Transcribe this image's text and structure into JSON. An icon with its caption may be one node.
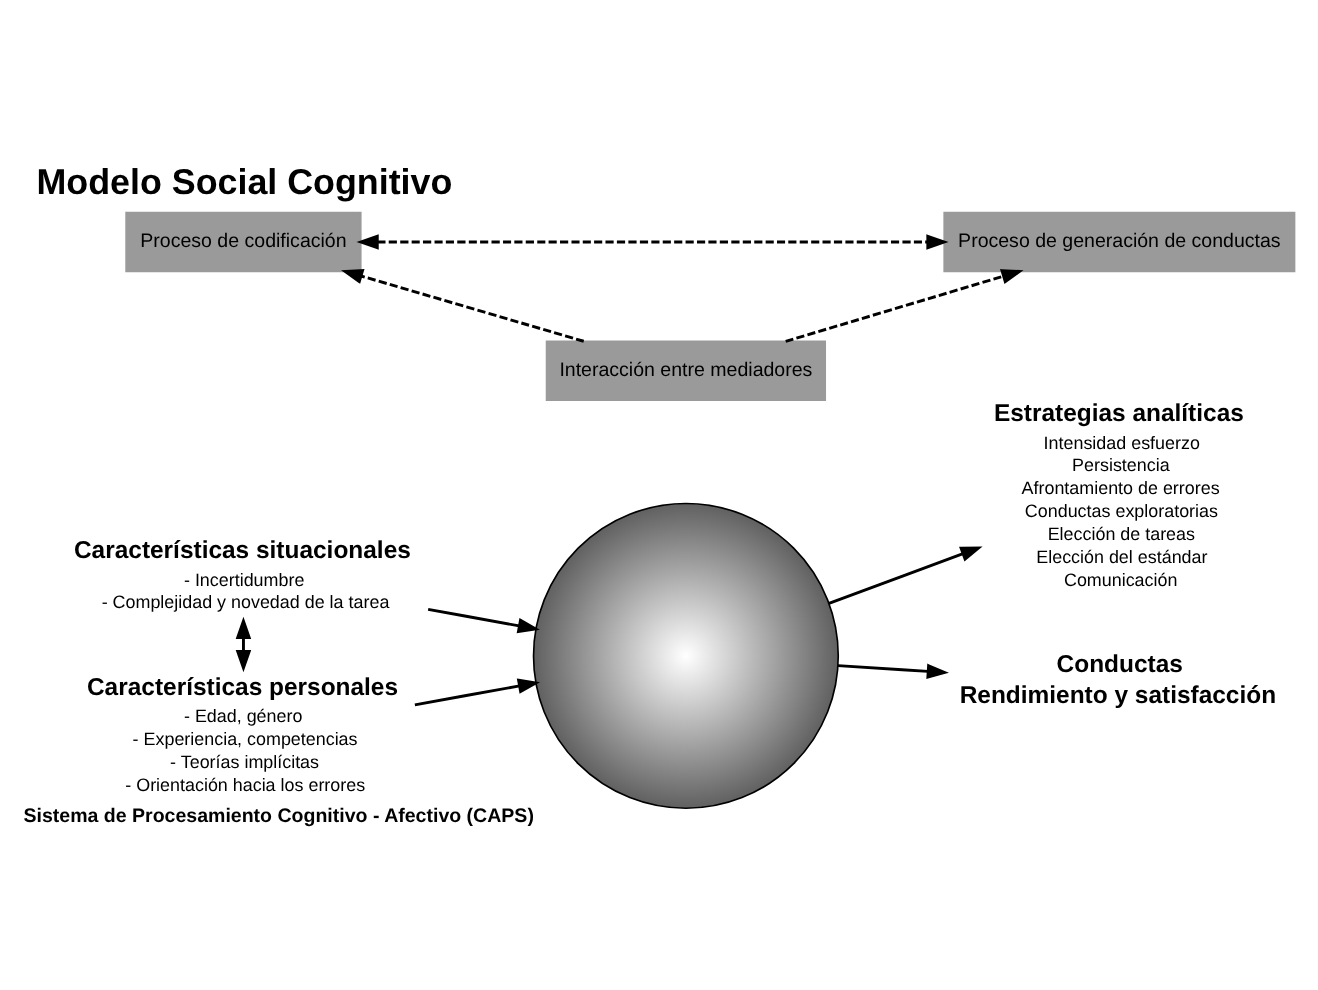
{
  "diagram": {
    "title": "Modelo Social Cognitivo",
    "nodes": [
      {
        "text": [
          "Características situacionales",
          "- Incertidumbre",
          "- Complejidad y novedad de la tarea"
        ]
      },
      {
        "text": [
          "Características personales",
          "- Edad, género",
          "- Experiencia, competencias",
          "- Teorías implícitas",
          "- Orientación hacia los errores"
        ]
      },
      {
        "text": [
          "Sistema de Procesamiento Cognitivo - Afectivo (CAPS)"
        ]
      },
      {
        "text": [
          "Estrategias analíticas",
          "Intensidad esfuerzo",
          "Persistencia",
          "Afrontamiento de errores",
          "Conductas exploratorias",
          "Elección de tareas",
          "Elección del estándar",
          "Comunicación"
        ]
      },
      {
        "text": [
          "Conductas",
          "Rendimiento y satisfacción"
        ]
      },
      {
        "text": [
          "Proceso de codificación"
        ]
      },
      {
        "text": [
          "Proceso de generación de conductas"
        ]
      },
      {
        "text": [
          "Interacción entre mediadores"
        ]
      }
    ],
    "edges": [
      {
        "from": 0,
        "to": 1,
        "arrow": "both"
      },
      {
        "from": 0,
        "to": 2,
        "arrow": "to"
      },
      {
        "from": 1,
        "to": 2,
        "arrow": "to"
      },
      {
        "from": 2,
        "to": 3,
        "arrow": "to"
      },
      {
        "from": 2,
        "to": 4,
        "arrow": "to"
      },
      {
        "from": 5,
        "to": 6,
        "arrow": "both",
        "style": "dashed"
      },
      {
        "from": 7,
        "to": 5,
        "arrow": "to",
        "style": "dashed"
      },
      {
        "from": 7,
        "to": 6,
        "arrow": "to",
        "style": "dashed"
      }
    ]
  }
}
